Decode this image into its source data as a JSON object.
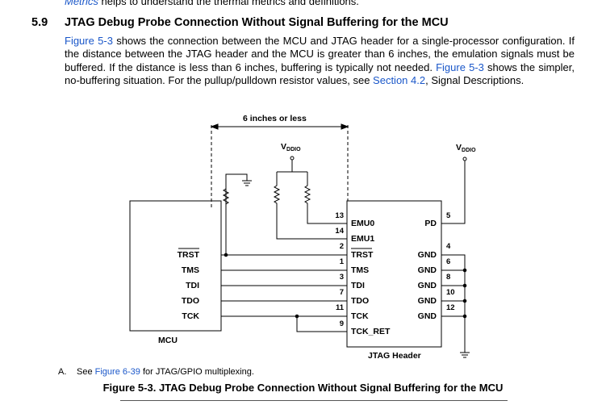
{
  "top_snippet": {
    "link": "Metrics",
    "rest": " helps to understand the thermal metrics and definitions."
  },
  "section": {
    "number": "5.9",
    "title": "JTAG Debug Probe Connection Without Signal Buffering for the MCU"
  },
  "paragraph": {
    "link1": "Figure 5-3",
    "text1": " shows the connection between the MCU and JTAG header for a single-processor configuration. If the distance between the JTAG header and the MCU is greater than 6 inches, the emulation signals must be buffered. If the distance is less than 6 inches, buffering is typically not needed. ",
    "link2": "Figure 5-3",
    "text2": " shows the simpler, no-buffering situation. For the pullup/pulldown resistor values, see ",
    "link3": "Section 4.2",
    "text3": ", Signal Descriptions."
  },
  "diagram": {
    "distance_label": "6 inches or less",
    "vddio_main": "V",
    "vddio_sub": "DDIO",
    "mcu_label": "MCU",
    "mcu_pins": [
      "TRST",
      "TMS",
      "TDI",
      "TDO",
      "TCK"
    ],
    "header_label": "JTAG Header",
    "header_left_pins": [
      "EMU0",
      "EMU1",
      "TRST",
      "TMS",
      "TDI",
      "TDO",
      "TCK",
      "TCK_RET"
    ],
    "header_left_numbers": [
      "13",
      "14",
      "2",
      "1",
      "3",
      "7",
      "11",
      "9"
    ],
    "header_right_pins": [
      "PD",
      "GND",
      "GND",
      "GND",
      "GND",
      "GND"
    ],
    "header_right_numbers": [
      "5",
      "4",
      "6",
      "8",
      "10",
      "12"
    ]
  },
  "note": {
    "letter": "A.",
    "prefix": "See ",
    "link": "Figure 6-39",
    "suffix": " for JTAG/GPIO multiplexing."
  },
  "caption": "Figure 5-3. JTAG Debug Probe Connection Without Signal Buffering for the MCU"
}
